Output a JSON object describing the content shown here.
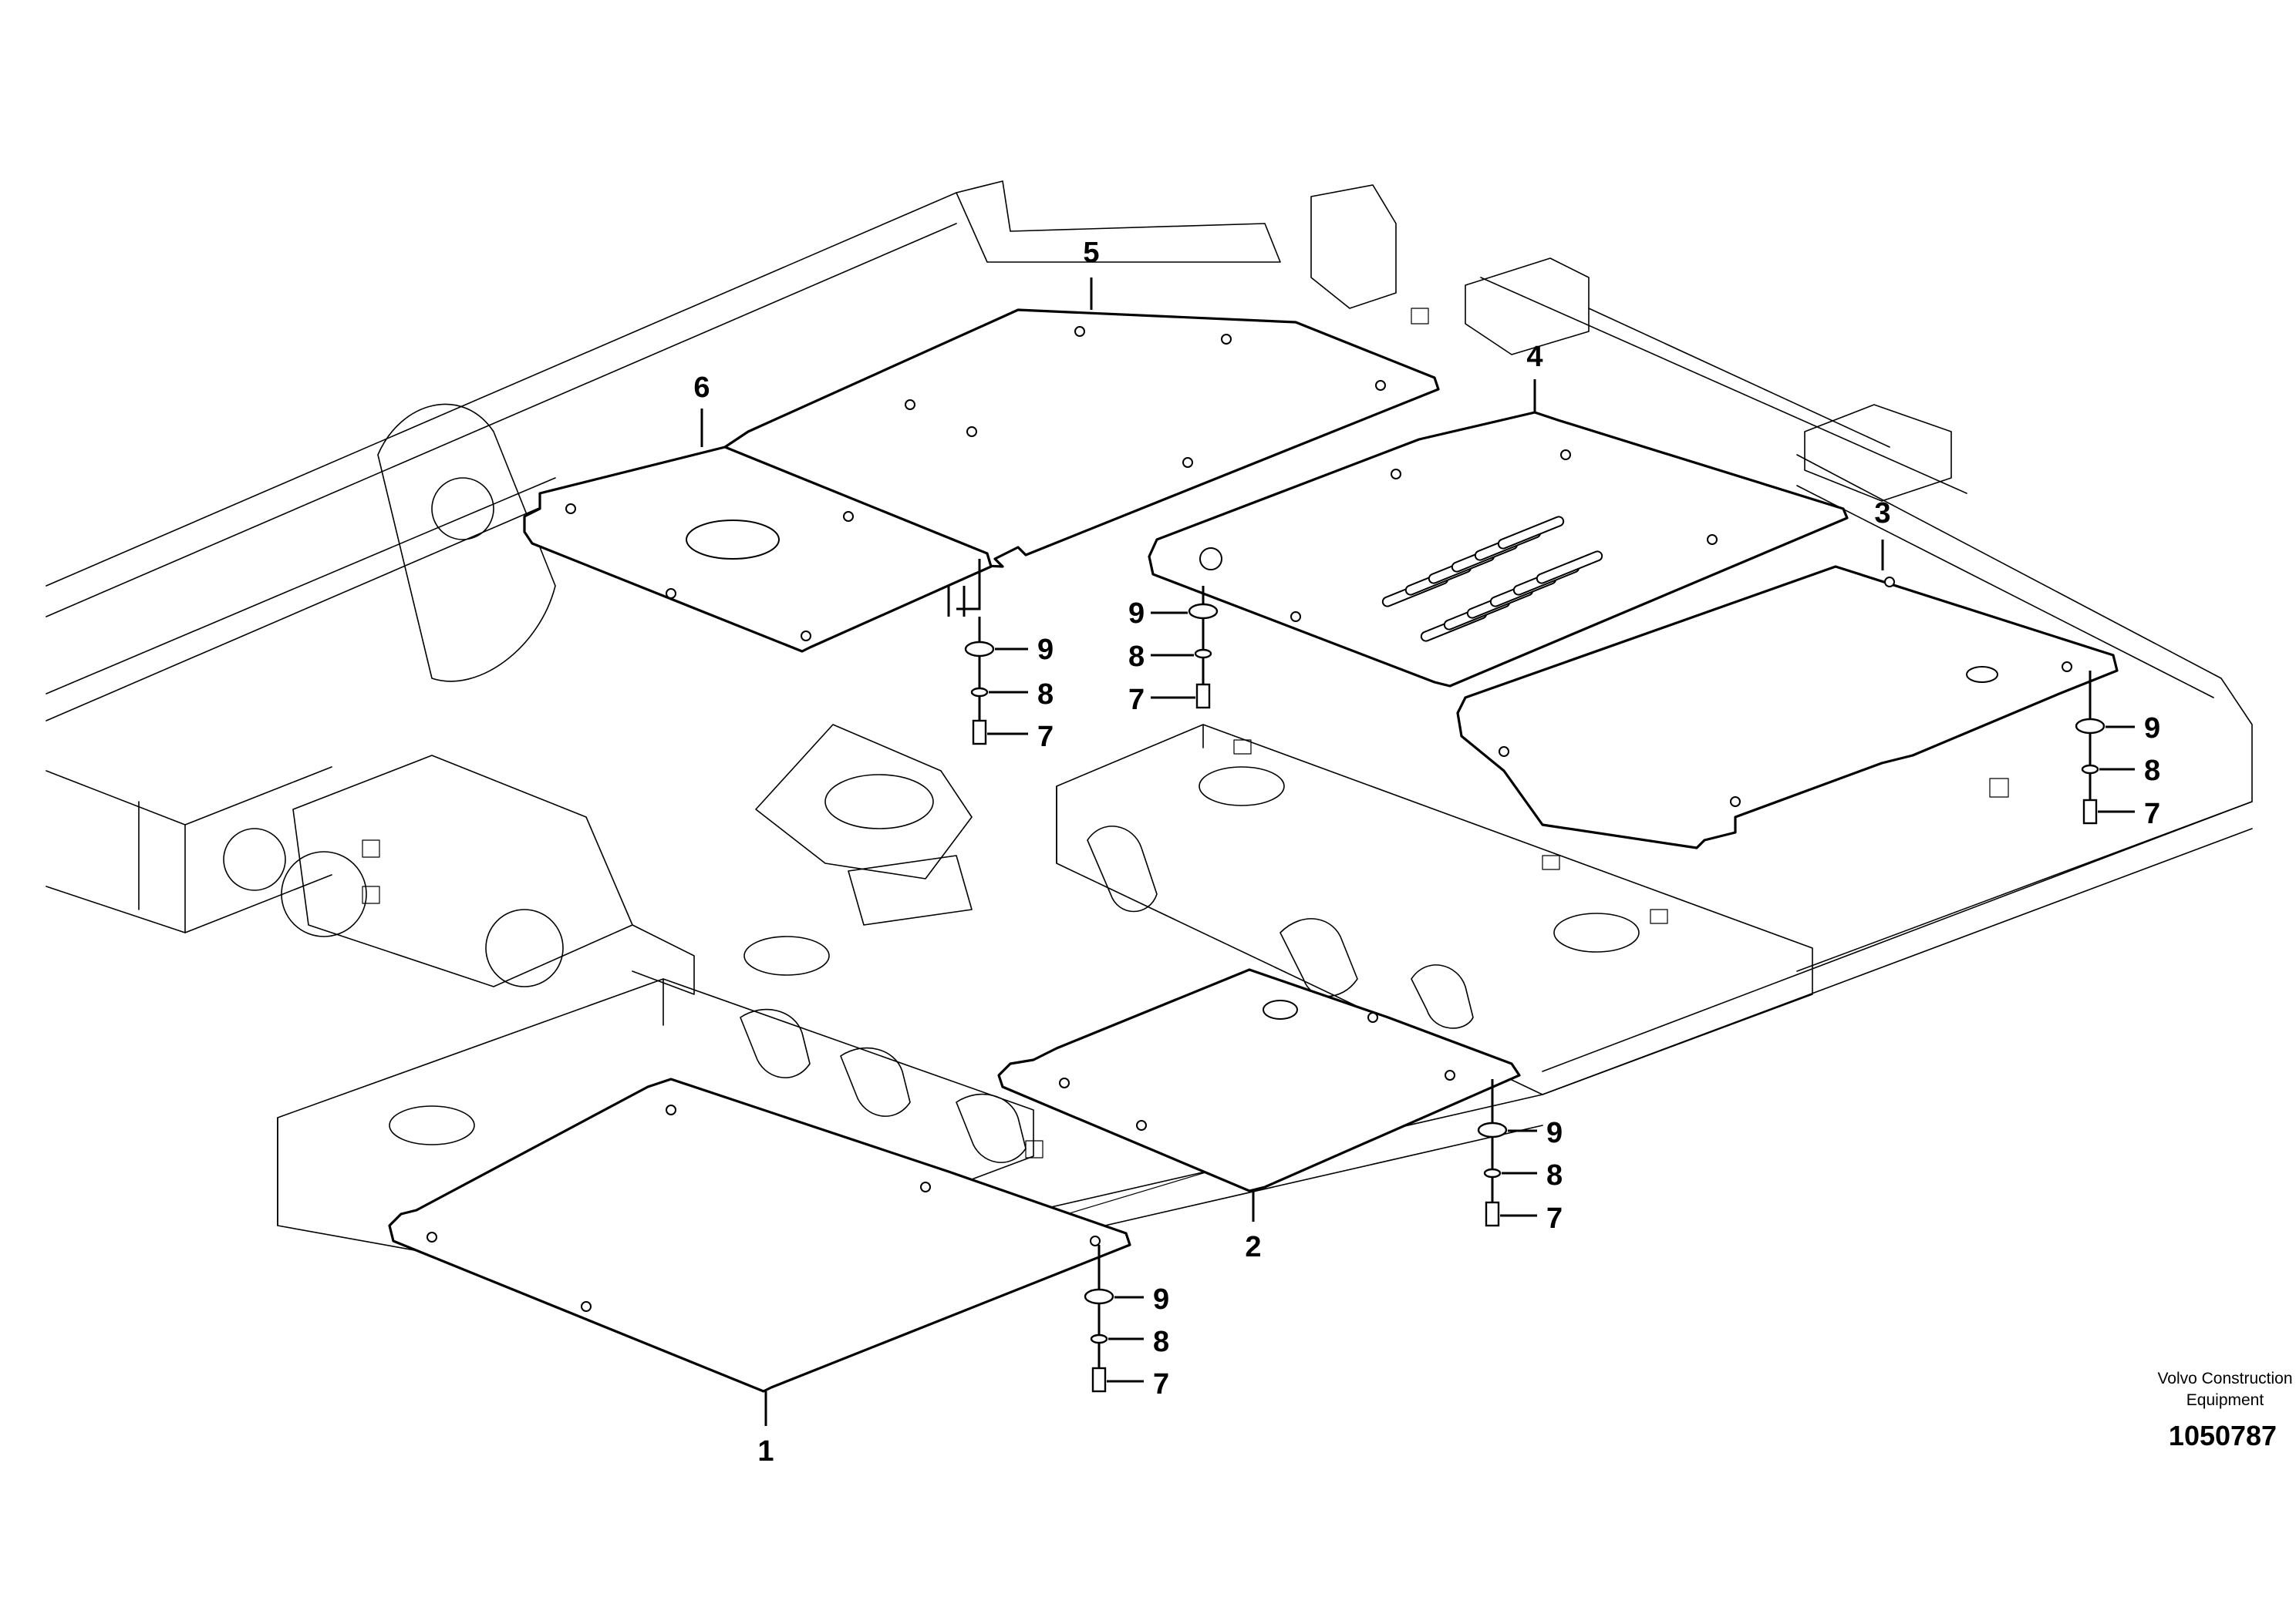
{
  "callouts": {
    "p1": "1",
    "p2": "2",
    "p3": "3",
    "p4": "4",
    "p5": "5",
    "p6": "6",
    "washer": "9",
    "lock_washer": "8",
    "screw": "7"
  },
  "brand": {
    "line1": "Volvo Construction",
    "line2": "Equipment"
  },
  "drawing_number": "1050787"
}
